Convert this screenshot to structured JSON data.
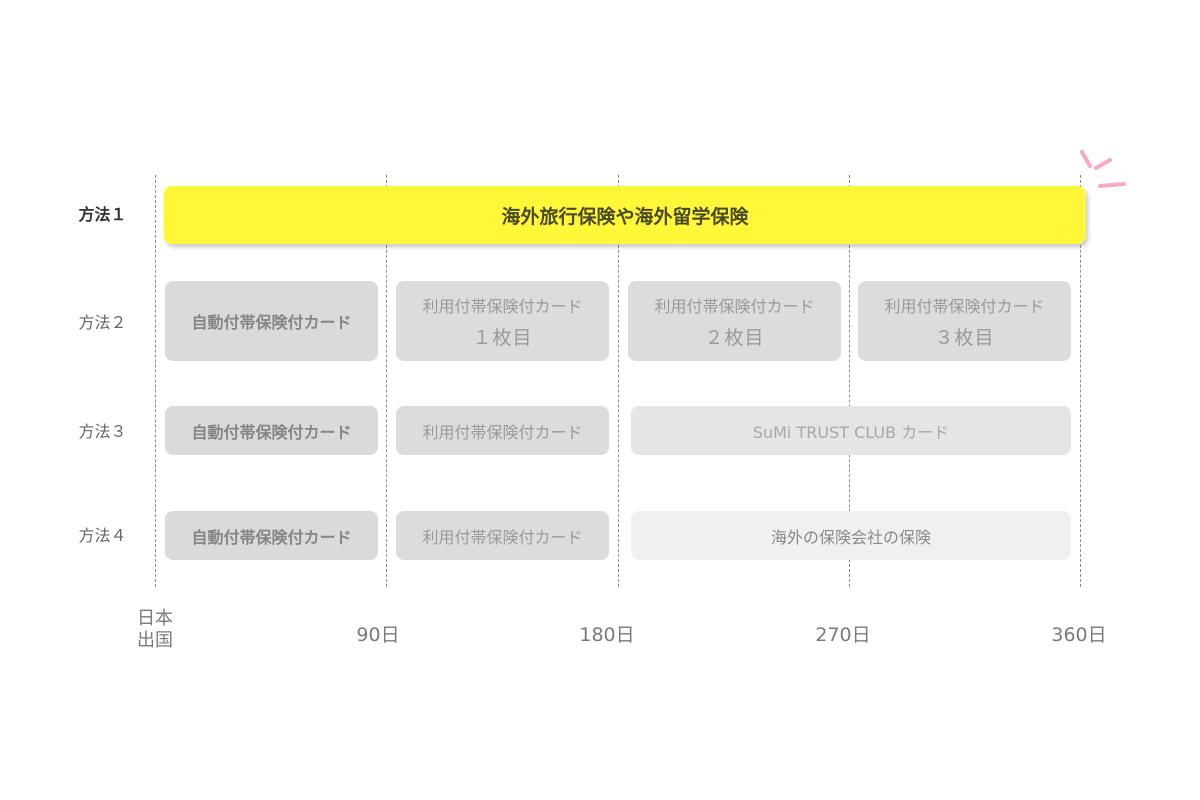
{
  "rows": [
    {
      "label": "方法１"
    },
    {
      "label": "方法２"
    },
    {
      "label": "方法３"
    },
    {
      "label": "方法４"
    }
  ],
  "bars": {
    "r1": {
      "text": "海外旅行保険や海外留学保険"
    },
    "r2": [
      {
        "line1": "自動付帯保険付カード"
      },
      {
        "line1": "利用付帯保険付カード",
        "line2": "１枚目"
      },
      {
        "line1": "利用付帯保険付カード",
        "line2": "２枚目"
      },
      {
        "line1": "利用付帯保険付カード",
        "line2": "３枚目"
      }
    ],
    "r3": [
      {
        "text": "自動付帯保険付カード"
      },
      {
        "text": "利用付帯保険付カード"
      },
      {
        "text": "SuMi TRUST CLUB カード"
      }
    ],
    "r4": [
      {
        "text": "自動付帯保険付カード"
      },
      {
        "text": "利用付帯保険付カード"
      },
      {
        "text": "海外の保険会社の保険"
      }
    ]
  },
  "axis": {
    "origin_line1": "日本",
    "origin_line2": "出国",
    "ticks": [
      "90日",
      "180日",
      "270日",
      "360日"
    ]
  },
  "colors": {
    "highlight": "#fff737",
    "sparkle": "#f6a8c4"
  }
}
